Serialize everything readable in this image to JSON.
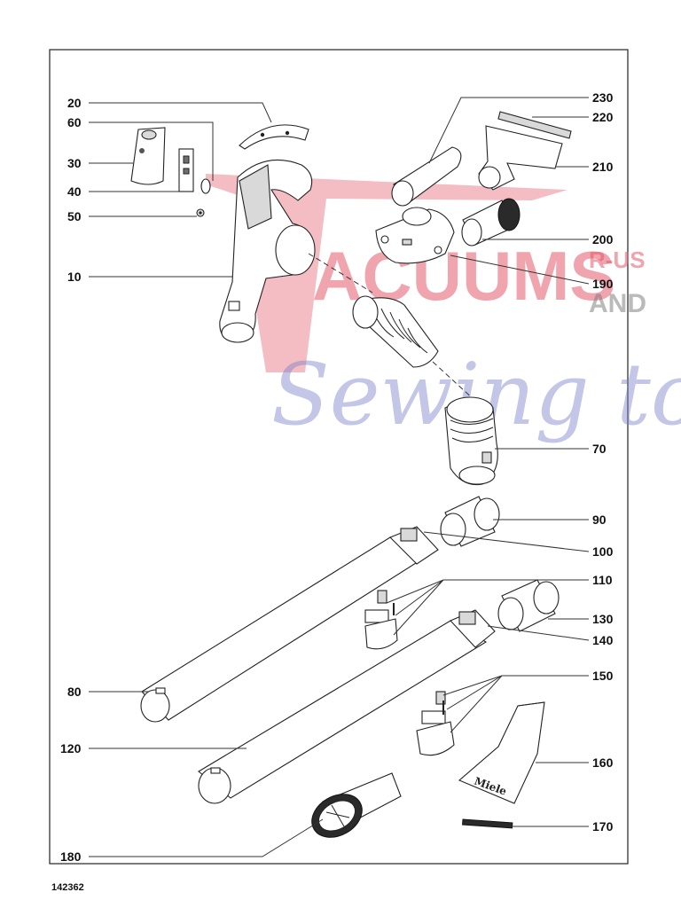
{
  "document_number": "142362",
  "watermark": {
    "line1": "ACUUMS",
    "line1_suffix": "R-US",
    "line2_suffix": "AND",
    "script": "Sewing too",
    "initial": "V"
  },
  "callouts": [
    {
      "id": "20",
      "label": "20"
    },
    {
      "id": "60",
      "label": "60"
    },
    {
      "id": "30",
      "label": "30"
    },
    {
      "id": "40",
      "label": "40"
    },
    {
      "id": "50",
      "label": "50"
    },
    {
      "id": "10",
      "label": "10"
    },
    {
      "id": "230",
      "label": "230"
    },
    {
      "id": "220",
      "label": "220"
    },
    {
      "id": "210",
      "label": "210"
    },
    {
      "id": "200",
      "label": "200"
    },
    {
      "id": "190",
      "label": "190"
    },
    {
      "id": "70",
      "label": "70"
    },
    {
      "id": "90",
      "label": "90"
    },
    {
      "id": "100",
      "label": "100"
    },
    {
      "id": "110",
      "label": "110"
    },
    {
      "id": "130",
      "label": "130"
    },
    {
      "id": "140",
      "label": "140"
    },
    {
      "id": "80",
      "label": "80"
    },
    {
      "id": "150",
      "label": "150"
    },
    {
      "id": "120",
      "label": "120"
    },
    {
      "id": "160",
      "label": "160"
    },
    {
      "id": "170",
      "label": "170"
    },
    {
      "id": "180",
      "label": "180"
    }
  ],
  "part_markings": {
    "nozzle_brand": "Miele"
  },
  "colors": {
    "watermark_red": "#e45a6c",
    "watermark_blue": "#7c82c8",
    "line": "#222222"
  }
}
